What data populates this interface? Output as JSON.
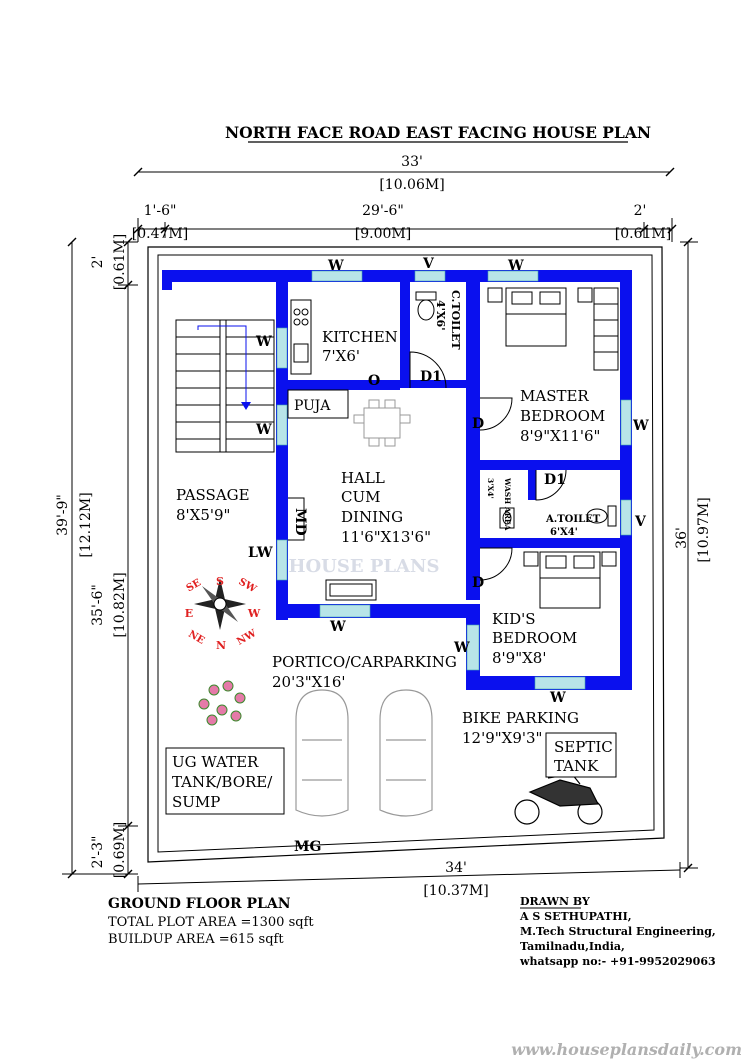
{
  "title": "NORTH FACE ROAD EAST FACING HOUSE PLAN",
  "dimensions": {
    "top_total_ft": "33'",
    "top_total_m": "[10.06M]",
    "top_left_ft": "1'-6\"",
    "top_left_m": "[0.47M]",
    "top_mid_ft": "29'-6\"",
    "top_mid_m": "[9.00M]",
    "top_right_ft": "2'",
    "top_right_m": "[0.61M]",
    "left_top_ft": "2'",
    "left_top_m": "[0.61M]",
    "left_total_ft": "39'-9\"",
    "left_total_m": "[12.12M]",
    "left_mid_ft": "35'-6\"",
    "left_mid_m": "[10.82M]",
    "left_bottom_ft": "2'-3\"",
    "left_bottom_m": "[0.69M]",
    "right_ft": "36'",
    "right_m": "[10.97M]",
    "bottom_ft": "34'",
    "bottom_m": "[10.37M]"
  },
  "rooms": {
    "kitchen": "KITCHEN",
    "kitchen_size": "7'X6'",
    "ctoilet": "C.TOILET",
    "ctoilet_size": "4'X6'",
    "master_bedroom": "MASTER",
    "master_bedroom_2": "BEDROOM",
    "master_bedroom_size": "8'9\"X11'6\"",
    "puja": "PUJA",
    "hall_1": "HALL",
    "hall_2": "CUM",
    "hall_3": "DINING",
    "hall_size": "11'6\"X13'6\"",
    "passage": "PASSAGE",
    "passage_size": "8'X5'9\"",
    "wash_area": "WASH AREA",
    "wash_area_size": "3'X4'",
    "atoilet": "A.TOILET",
    "atoilet_size": "6'X4'",
    "kids_bedroom": "KID'S",
    "kids_bedroom_2": "BEDROOM",
    "kids_bedroom_size": "8'9\"X8'",
    "portico": "PORTICO/CARPARKING",
    "portico_size": "20'3\"X16'",
    "bike_parking": "BIKE PARKING",
    "bike_parking_size": "12'9\"X9'3\"",
    "septic_1": "SEPTIC",
    "septic_2": "TANK",
    "ug_1": "UG WATER",
    "ug_2": "TANK/BORE/",
    "ug_3": "SUMP"
  },
  "openings": {
    "window": "W",
    "ventilator": "V",
    "door": "D",
    "door1": "D1",
    "opening": "O",
    "main_door": "MD",
    "lw": "LW",
    "main_gate": "MG"
  },
  "compass": {
    "n": "N",
    "s": "S",
    "e": "E",
    "w": "W",
    "ne": "NE",
    "nw": "NW",
    "se": "SE",
    "sw": "SW"
  },
  "footer": {
    "ground_floor": "GROUND FLOOR PLAN",
    "plot_area": "TOTAL PLOT AREA =1300 sqft",
    "buildup_area": "BUILDUP AREA =615 sqft",
    "drawn_by": "DRAWN BY",
    "name": "A S SETHUPATHI,",
    "degree": "M.Tech Structural Engineering,",
    "place": "Tamilnadu,India,",
    "whatsapp": "whatsapp no:- +91-9952029063",
    "website": "www.houseplansdaily.com"
  },
  "watermark": {
    "line1": "HOUSE PLANS"
  },
  "colors": {
    "wall": "#0a10ee",
    "window": "#b8e4e8",
    "ink": "#000000"
  }
}
